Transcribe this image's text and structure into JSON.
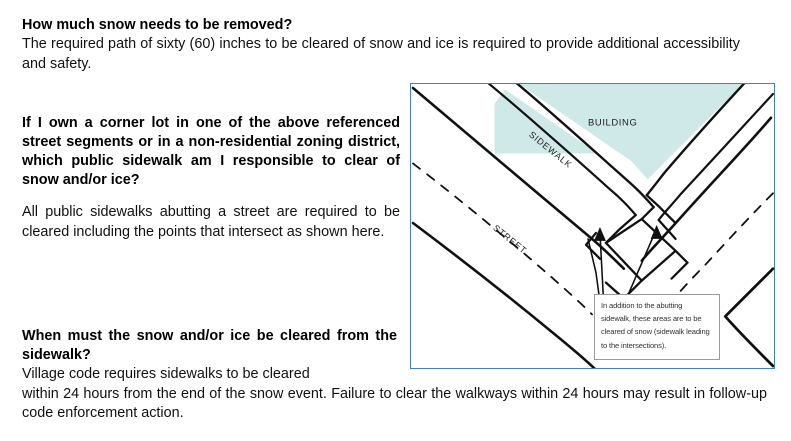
{
  "sections": [
    {
      "id": "snow-removed",
      "heading": "How much snow needs to be removed?",
      "body": "The required path of sixty (60) inches to be cleared of snow and ice is required to provide additional accessibility and safety."
    },
    {
      "id": "corner-lot",
      "heading": "If I own a corner lot in one of the above referenced street segments or in a non-residential zoning district, which public sidewalk am I responsible to clear of snow and/or ice?",
      "body": "All public sidewalks abutting a street are required to be cleared including the points that intersect as shown here."
    },
    {
      "id": "when-cleared",
      "heading": "When must the snow and/or ice be cleared from the sidewalk?",
      "body_first": "Village code requires sidewalks to be cleared",
      "body_rest": "within 24 hours from the end of the snow event.  Failure to clear the walkways within 24 hours may result in follow-up code enforcement action."
    }
  ],
  "diagram": {
    "labels": {
      "sidewalk": "SIDEWALK",
      "street": "STREET",
      "building": "BUILDING"
    },
    "callout": "In addition to the abutting sidewalk, these areas are to be cleared of snow (sidewalk leading to the intersections).",
    "colors": {
      "frame_border": "#4a7ebb",
      "building_fill": "#cfe8e8",
      "line": "#111111",
      "callout_border": "#9a9a9a"
    }
  }
}
